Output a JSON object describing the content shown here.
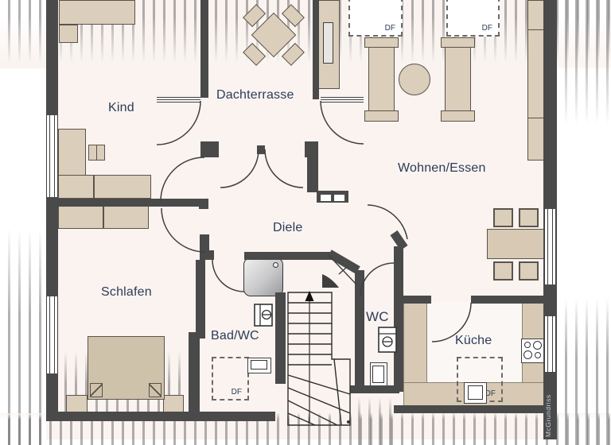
{
  "floorplan": {
    "rooms": {
      "kind": "Kind",
      "dachterrasse": "Dachterrasse",
      "wohnen_essen": "Wohnen/Essen",
      "diele": "Diele",
      "schlafen": "Schlafen",
      "bad_wc": "Bad/WC",
      "wc": "WC",
      "kueche": "Küche"
    },
    "roof_window_label": "DF",
    "roof_window_count": 4,
    "watermark": "McGrundriss",
    "fixtures": [
      "bed",
      "nightstands",
      "wardrobes",
      "desk",
      "shower",
      "toilets",
      "sinks",
      "cooktop",
      "kitchen-counter",
      "dining-table",
      "terrace-table",
      "loungers",
      "sideboard",
      "chimney",
      "stairs"
    ],
    "colors": {
      "wall": "#4a4a4a",
      "floor": "#faf3f0",
      "furniture": "#dbceba",
      "bed": "#cfc2ab",
      "counter": "#d7c9b3",
      "label": "#2c3b58",
      "watermark": "#c3cede"
    }
  }
}
